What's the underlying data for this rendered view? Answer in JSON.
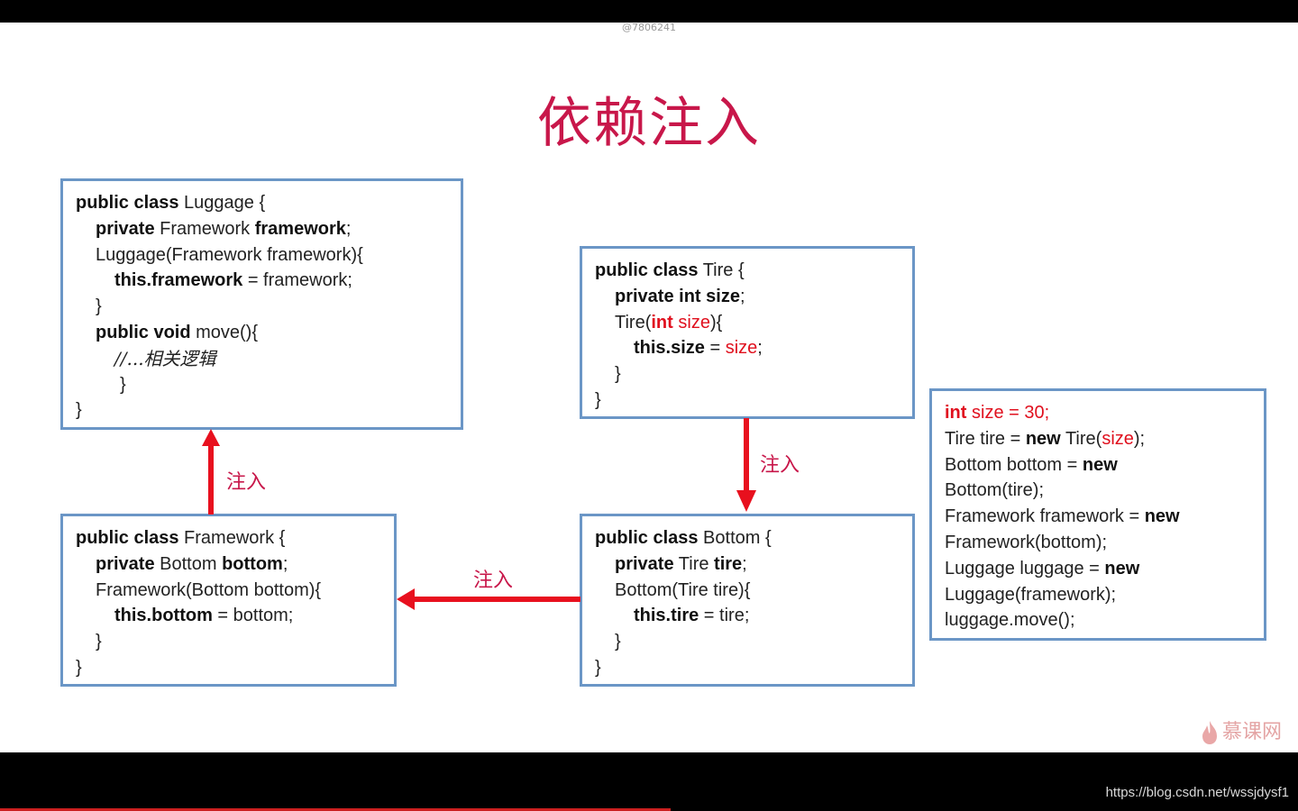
{
  "watermark_id": "@7806241",
  "title": "依赖注入",
  "luggage": {
    "l1a": "public class",
    "l1b": " Luggage {",
    "l2a": "private",
    "l2b": " Framework ",
    "l2c": "framework",
    "l2d": ";",
    "l3": "Luggage(Framework framework){",
    "l4a": "this.framework",
    "l4b": " = framework;",
    "l5": "}",
    "l6a": "public void",
    "l6b": " move(){",
    "l7": "//...相关逻辑",
    "l8": "}",
    "l9": "}"
  },
  "tire": {
    "l1a": "public class",
    "l1b": " Tire {",
    "l2a": "private int size",
    "l2b": ";",
    "l3a": "Tire(",
    "l3b": "int",
    "l3c": " size",
    "l3d": "){",
    "l4a": "this.size",
    "l4b": " = ",
    "l4c": "size",
    "l4d": ";",
    "l5": "}",
    "l6": "}"
  },
  "framework": {
    "l1a": "public class",
    "l1b": " Framework {",
    "l2a": "private",
    "l2b": " Bottom ",
    "l2c": "bottom",
    "l2d": ";",
    "l3": "Framework(Bottom bottom){",
    "l4a": "this.bottom",
    "l4b": " = bottom;",
    "l5": "}",
    "l6": "}"
  },
  "bottom": {
    "l1a": "public class",
    "l1b": " Bottom {",
    "l2a": "private",
    "l2b": " Tire ",
    "l2c": "tire",
    "l2d": ";",
    "l3": "Bottom(Tire tire){",
    "l4a": "this.tire",
    "l4b": " = tire;",
    "l5": "}",
    "l6": "}"
  },
  "main": {
    "l1a": "int",
    "l1b": " size = 30;",
    "l2a": "Tire tire = ",
    "l2b": "new",
    "l2c": " Tire(",
    "l2d": "size",
    "l2e": ");",
    "l3a": "Bottom bottom = ",
    "l3b": "new",
    "l4": "Bottom(tire);",
    "l5a": "Framework framework = ",
    "l5b": "new",
    "l6": "Framework(bottom);",
    "l7a": "Luggage luggage = ",
    "l7b": "new",
    "l8": "Luggage(framework);",
    "l9": "luggage.move();"
  },
  "arrows": {
    "inject_up": "注入",
    "inject_down": "注入",
    "inject_left": "注入"
  },
  "logo": "慕课网",
  "url": "https://blog.csdn.net/wssjdysf1",
  "colors": {
    "title": "#c8174a",
    "arrow": "#e8101e",
    "box_border": "#6b96c6",
    "keyword_red": "#e0101e"
  },
  "video_progress_percent": 51.7
}
